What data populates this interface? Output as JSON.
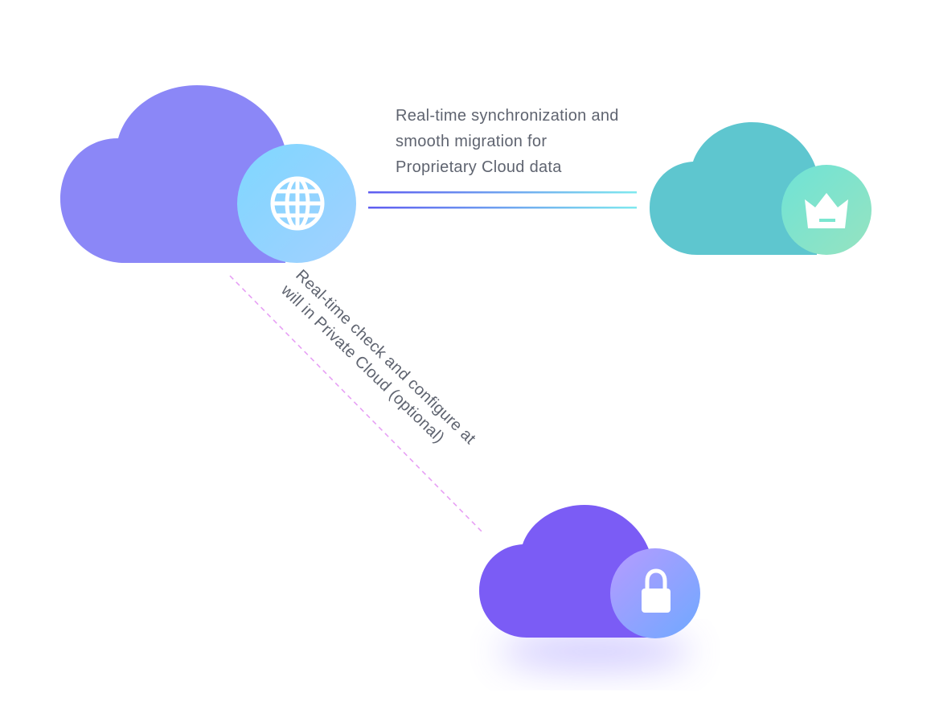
{
  "diagram": {
    "sync_label": {
      "lines": [
        "Real-time synchronization and",
        "smooth migration for",
        "Proprietary Cloud data"
      ]
    },
    "private_label": {
      "lines": [
        "Real-time check and configure at",
        "will in Private Cloud (optional)"
      ]
    },
    "nodes": [
      {
        "role": "main-cloud",
        "icon": "globe-icon",
        "color": "#8b87f7",
        "badge_colors": [
          "#7fd7ff",
          "#9fd2ff"
        ]
      },
      {
        "role": "proprietary-cloud",
        "icon": "crown-icon",
        "color": "#5ec6cf",
        "badge_colors": [
          "#7be6d0",
          "#8fe3c2"
        ]
      },
      {
        "role": "private-cloud",
        "icon": "lock-icon",
        "color": "#7b5cf5",
        "badge_colors": [
          "#b49cff",
          "#74a8ff"
        ]
      }
    ],
    "colors": {
      "sync_line_start": "#5f5cf0",
      "sync_line_end": "#7fe9ef",
      "dashed_line": "#e7a0f5",
      "text": "#5f6470"
    }
  }
}
